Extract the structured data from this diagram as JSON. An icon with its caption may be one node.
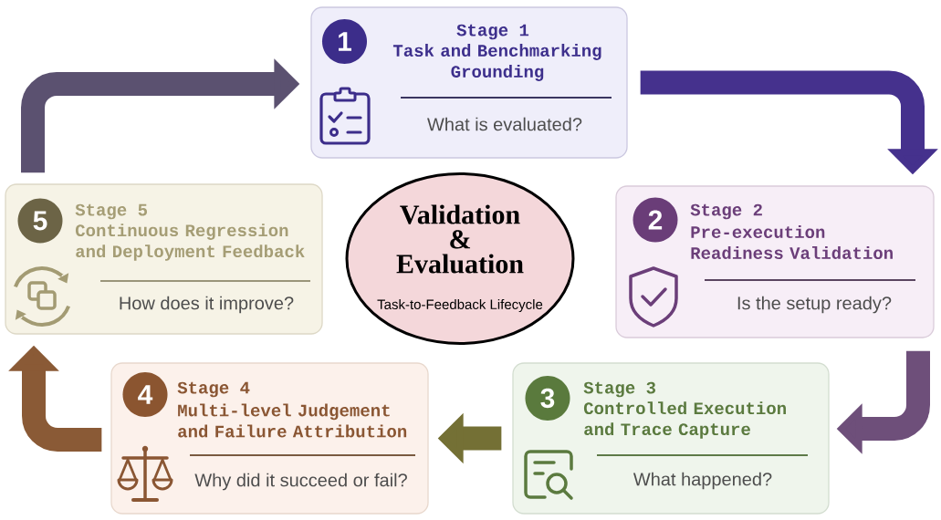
{
  "diagram": {
    "nodes": [
      {
        "text": [
          "1",
          "Stage 1",
          "Task and Benchmarking Grounding",
          "What is evaluated?"
        ]
      },
      {
        "text": [
          "2",
          "Stage 2",
          "Pre-execution Readiness Validation",
          "Is the setup ready?"
        ]
      },
      {
        "text": [
          "3",
          "Stage 3",
          "Controlled Execution and Trace Capture",
          "What happened?"
        ]
      },
      {
        "text": [
          "4",
          "Stage 4",
          "Multi-level Judgement and Failure Attribution",
          "Why did it succeed or fail?"
        ]
      },
      {
        "text": [
          "5",
          "Stage 5",
          "Continuous Regression and Deployment Feedback",
          "How does it improve?"
        ]
      },
      {
        "text": [
          "Validation & Evaluation",
          "Task-to-Feedback Lifecycle"
        ]
      }
    ],
    "edges": [
      {
        "from": 0,
        "to": 1,
        "arrow": "to",
        "color": "#45318d"
      },
      {
        "from": 1,
        "to": 2,
        "arrow": "to",
        "color": "#6e4f7a"
      },
      {
        "from": 2,
        "to": 3,
        "arrow": "to",
        "color": "#747035"
      },
      {
        "from": 3,
        "to": 4,
        "arrow": "to",
        "color": "#8a5a36"
      },
      {
        "from": 4,
        "to": 0,
        "arrow": "to",
        "color": "#5b5170"
      }
    ]
  }
}
